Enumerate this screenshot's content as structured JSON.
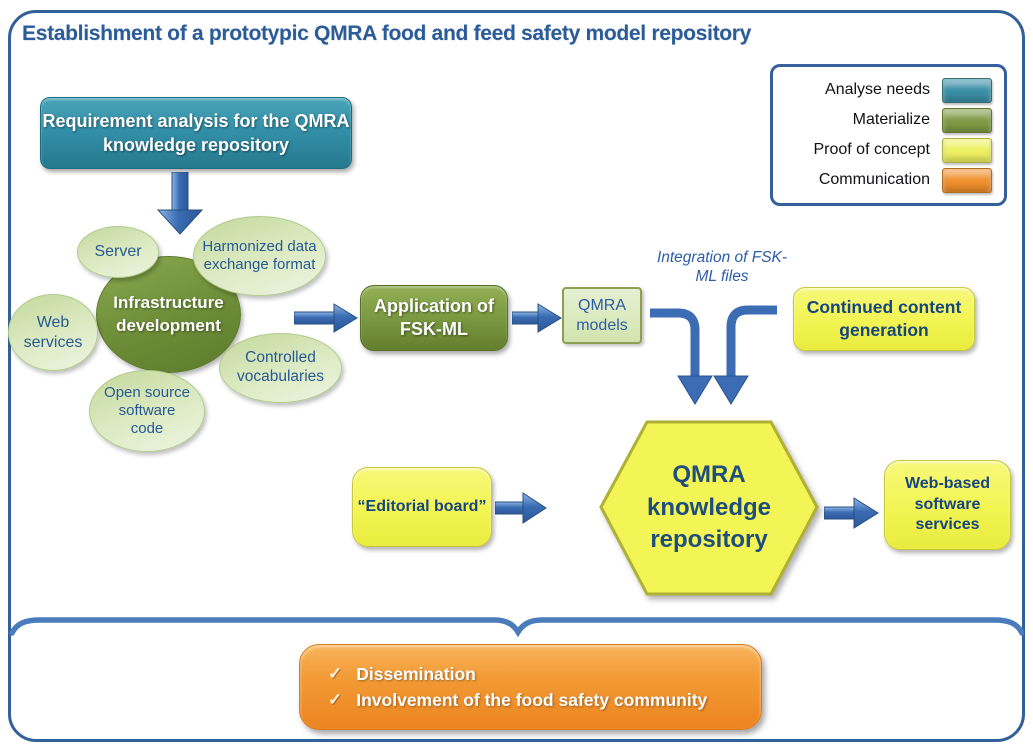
{
  "title": "Establishment of a prototypic QMRA food and feed safety model repository",
  "legend": {
    "items": [
      {
        "label": "Analyse needs",
        "color": "#3a8fa6"
      },
      {
        "label": "Materialize",
        "color": "#7e9b45"
      },
      {
        "label": "Proof of concept",
        "color": "#eef161"
      },
      {
        "label": "Communication",
        "color": "#f0902e"
      }
    ]
  },
  "check_glyph": "✓",
  "nodes": {
    "requirement_analysis": "Requirement analysis for the QMRA knowledge repository",
    "server": "Server",
    "harmonized": "Harmonized data exchange format",
    "infrastructure": "Infrastructure development",
    "web_services": "Web services",
    "controlled_vocabularies": "Controlled vocabularies",
    "open_source": "Open source software code",
    "application_fskml": "Application of FSK-ML",
    "qmra_models": "QMRA models",
    "integration_label": "Integration of FSK-ML files",
    "continued_content": "Continued content generation",
    "editorial_board": "“Editorial board”",
    "knowledge_repository": "QMRA knowledge repository",
    "web_based_services": "Web-based software services",
    "outcomes": [
      "Dissemination",
      "Involvement of the food safety community"
    ]
  }
}
